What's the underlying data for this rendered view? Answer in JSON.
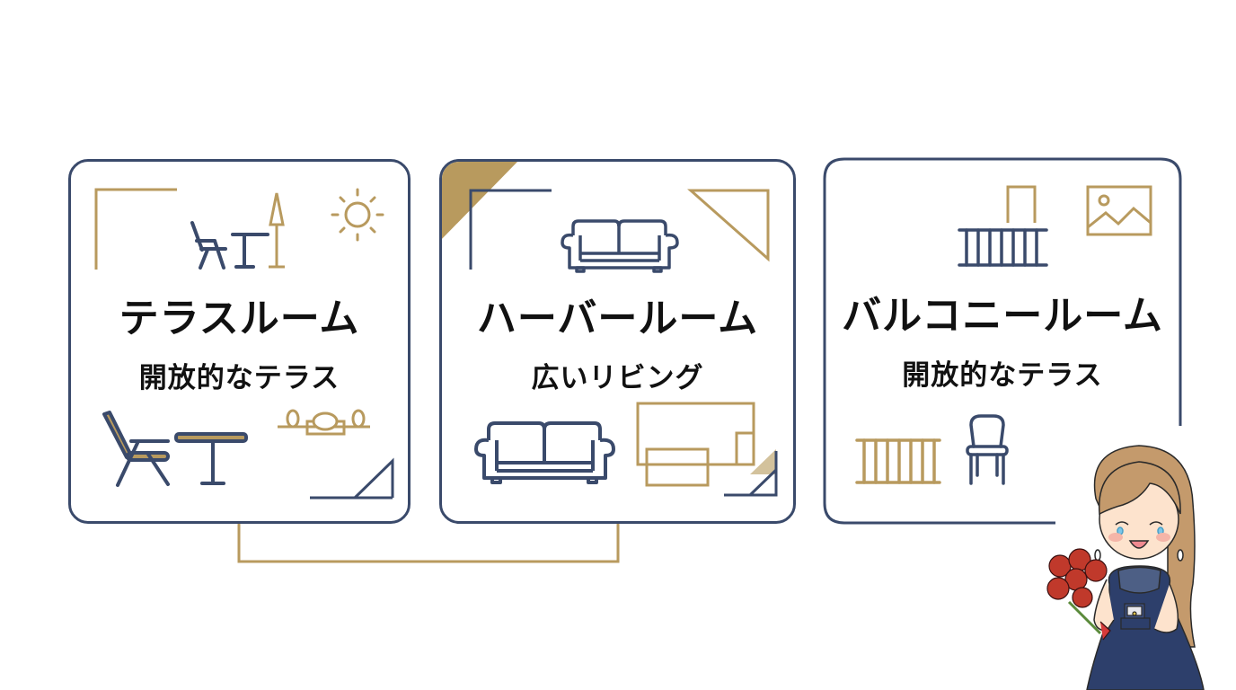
{
  "colors": {
    "navy": "#3a4a6b",
    "gold": "#b89a5e",
    "text": "#111111"
  },
  "rooms": [
    {
      "title": "テラスルーム",
      "subtitle": "開放的なテラス",
      "icons": [
        "corner-frame-icon",
        "patio-chair-table-icon",
        "parasol-icon",
        "sun-icon",
        "lounge-chair-icon",
        "table-icon",
        "garland-icon",
        "corner-triangle-icon"
      ]
    },
    {
      "title": "ハーバールーム",
      "subtitle": "広いリビング",
      "icons": [
        "corner-ribbon-icon",
        "corner-frame-icon",
        "sofa-icon",
        "triangle-icon",
        "sofa-large-icon",
        "floor-plan-icon",
        "corner-triangle-icon"
      ]
    },
    {
      "title": "バルコニールーム",
      "subtitle": "開放的なテラス",
      "icons": [
        "door-icon",
        "balcony-railing-icon",
        "picture-icon",
        "railing-icon",
        "chair-icon"
      ]
    }
  ],
  "illustration": {
    "name": "happy-woman-with-roses-and-ring"
  }
}
